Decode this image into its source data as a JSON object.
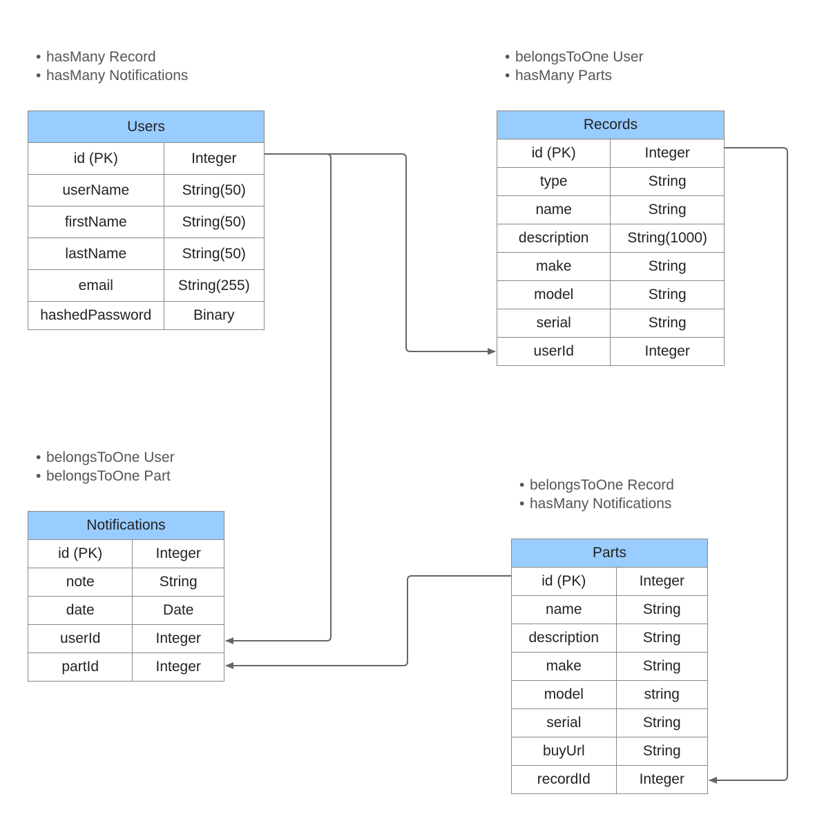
{
  "entities": {
    "users": {
      "title": "Users",
      "notes": [
        "hasMany Record",
        "hasMany Notifications"
      ],
      "rows": [
        {
          "field": "id (PK)",
          "type": "Integer"
        },
        {
          "field": "userName",
          "type": "String(50)"
        },
        {
          "field": "firstName",
          "type": "String(50)"
        },
        {
          "field": "lastName",
          "type": "String(50)"
        },
        {
          "field": "email",
          "type": "String(255)"
        },
        {
          "field": "hashedPassword",
          "type": "Binary"
        }
      ]
    },
    "records": {
      "title": "Records",
      "notes": [
        "belongsToOne User",
        "hasMany Parts"
      ],
      "rows": [
        {
          "field": "id (PK)",
          "type": "Integer"
        },
        {
          "field": "type",
          "type": "String"
        },
        {
          "field": "name",
          "type": "String"
        },
        {
          "field": "description",
          "type": "String(1000)"
        },
        {
          "field": "make",
          "type": "String"
        },
        {
          "field": "model",
          "type": "String"
        },
        {
          "field": "serial",
          "type": "String"
        },
        {
          "field": "userId",
          "type": "Integer"
        }
      ]
    },
    "notifications": {
      "title": "Notifications",
      "notes": [
        "belongsToOne User",
        "belongsToOne Part"
      ],
      "rows": [
        {
          "field": "id (PK)",
          "type": "Integer"
        },
        {
          "field": "note",
          "type": "String"
        },
        {
          "field": "date",
          "type": "Date"
        },
        {
          "field": "userId",
          "type": "Integer"
        },
        {
          "field": "partId",
          "type": "Integer"
        }
      ]
    },
    "parts": {
      "title": "Parts",
      "notes": [
        "belongsToOne Record",
        "hasMany Notifications"
      ],
      "rows": [
        {
          "field": "id (PK)",
          "type": "Integer"
        },
        {
          "field": "name",
          "type": "String"
        },
        {
          "field": "description",
          "type": "String"
        },
        {
          "field": "make",
          "type": "String"
        },
        {
          "field": "model",
          "type": "string"
        },
        {
          "field": "serial",
          "type": "String"
        },
        {
          "field": "buyUrl",
          "type": "String"
        },
        {
          "field": "recordId",
          "type": "Integer"
        }
      ]
    }
  },
  "relationships": [
    {
      "from": "users.id (PK)",
      "to": "records.userId"
    },
    {
      "from": "users.id (PK)",
      "to": "notifications.userId"
    },
    {
      "from": "records.id (PK)",
      "to": "parts.recordId"
    },
    {
      "from": "parts.id (PK)",
      "to": "notifications.partId"
    }
  ],
  "colors": {
    "header_fill": "#99ccff",
    "border": "#888888",
    "connector": "#666666",
    "note_text": "#555555"
  }
}
